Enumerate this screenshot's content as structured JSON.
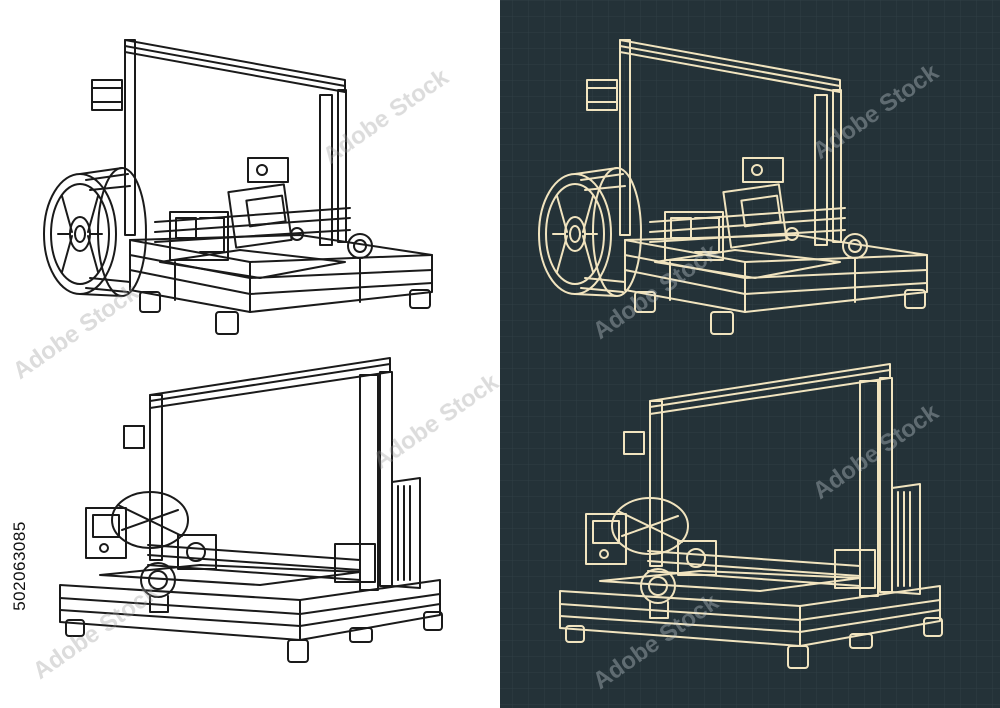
{
  "colors": {
    "light_bg": "#ffffff",
    "light_line": "#1a1a1a",
    "dark_bg": "#243238",
    "dark_grid": "#2f3f45",
    "dark_line": "#f1e4bf",
    "watermark": "#c9c9c9"
  },
  "stock_id": "502063085",
  "watermark_text": "Adobe Stock",
  "subject": "3d-printer-drawings"
}
